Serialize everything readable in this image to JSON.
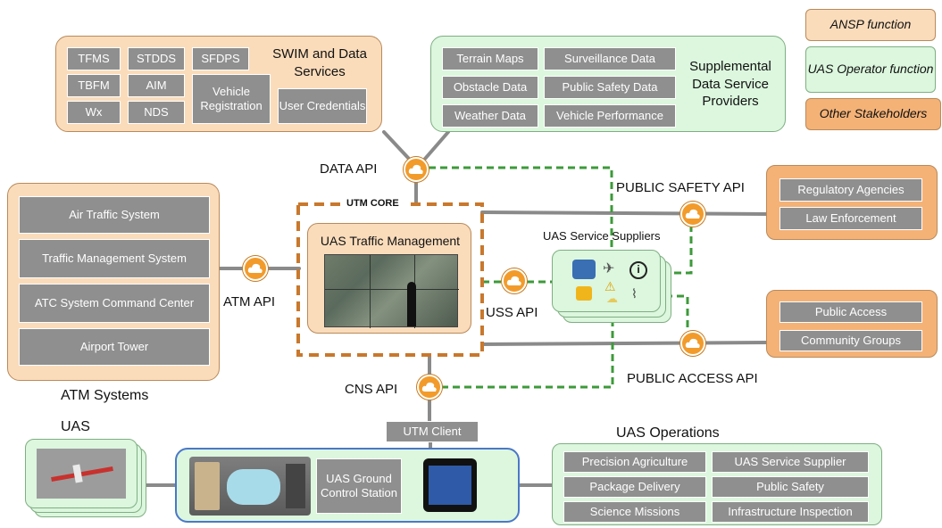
{
  "legend": {
    "ansp": "ANSP function",
    "operator": "UAS Operator function",
    "other": "Other Stakeholders"
  },
  "swim": {
    "title": "SWIM and Data Services",
    "items": [
      "TFMS",
      "STDDS",
      "SFDPS",
      "TBFM",
      "AIM",
      "Vehicle Registration",
      "Wx",
      "NDS",
      "User Credentials"
    ]
  },
  "supplemental": {
    "title": "Supplemental Data Service Providers",
    "items": [
      "Terrain Maps",
      "Surveillance Data",
      "Obstacle Data",
      "Public Safety Data",
      "Weather Data",
      "Vehicle Performance"
    ]
  },
  "atm": {
    "title": "ATM Systems",
    "items": [
      "Air Traffic System",
      "Traffic Management System",
      "ATC System Command Center",
      "Airport Tower"
    ]
  },
  "core": {
    "label": "UTM CORE",
    "title": "UAS Traffic Management"
  },
  "uss": {
    "title": "UAS Service Suppliers"
  },
  "public_safety": {
    "items": [
      "Regulatory Agencies",
      "Law Enforcement"
    ]
  },
  "public_access": {
    "items": [
      "Public Access",
      "Community Groups"
    ]
  },
  "apis": {
    "data": "DATA API",
    "public_safety": "PUBLIC SAFETY API",
    "atm": "ATM API",
    "uss": "USS API",
    "cns": "CNS API",
    "public_access": "PUBLIC ACCESS API"
  },
  "utm_client": "UTM Client",
  "uas": {
    "title": "UAS"
  },
  "ground": {
    "station": "UAS Ground Control Station"
  },
  "operations": {
    "title": "UAS Operations",
    "items": [
      "Precision Agriculture",
      "UAS Service Supplier",
      "Package Delivery",
      "Public Safety",
      "Science Missions",
      "Infrastructure Inspection"
    ]
  },
  "colors": {
    "ansp": "#fadcbb",
    "operator": "#dcf7de",
    "other": "#f4b277",
    "api_cloud": "#f29b2b",
    "dashed_link": "#3d9a3a",
    "core_border": "#c9782c"
  }
}
